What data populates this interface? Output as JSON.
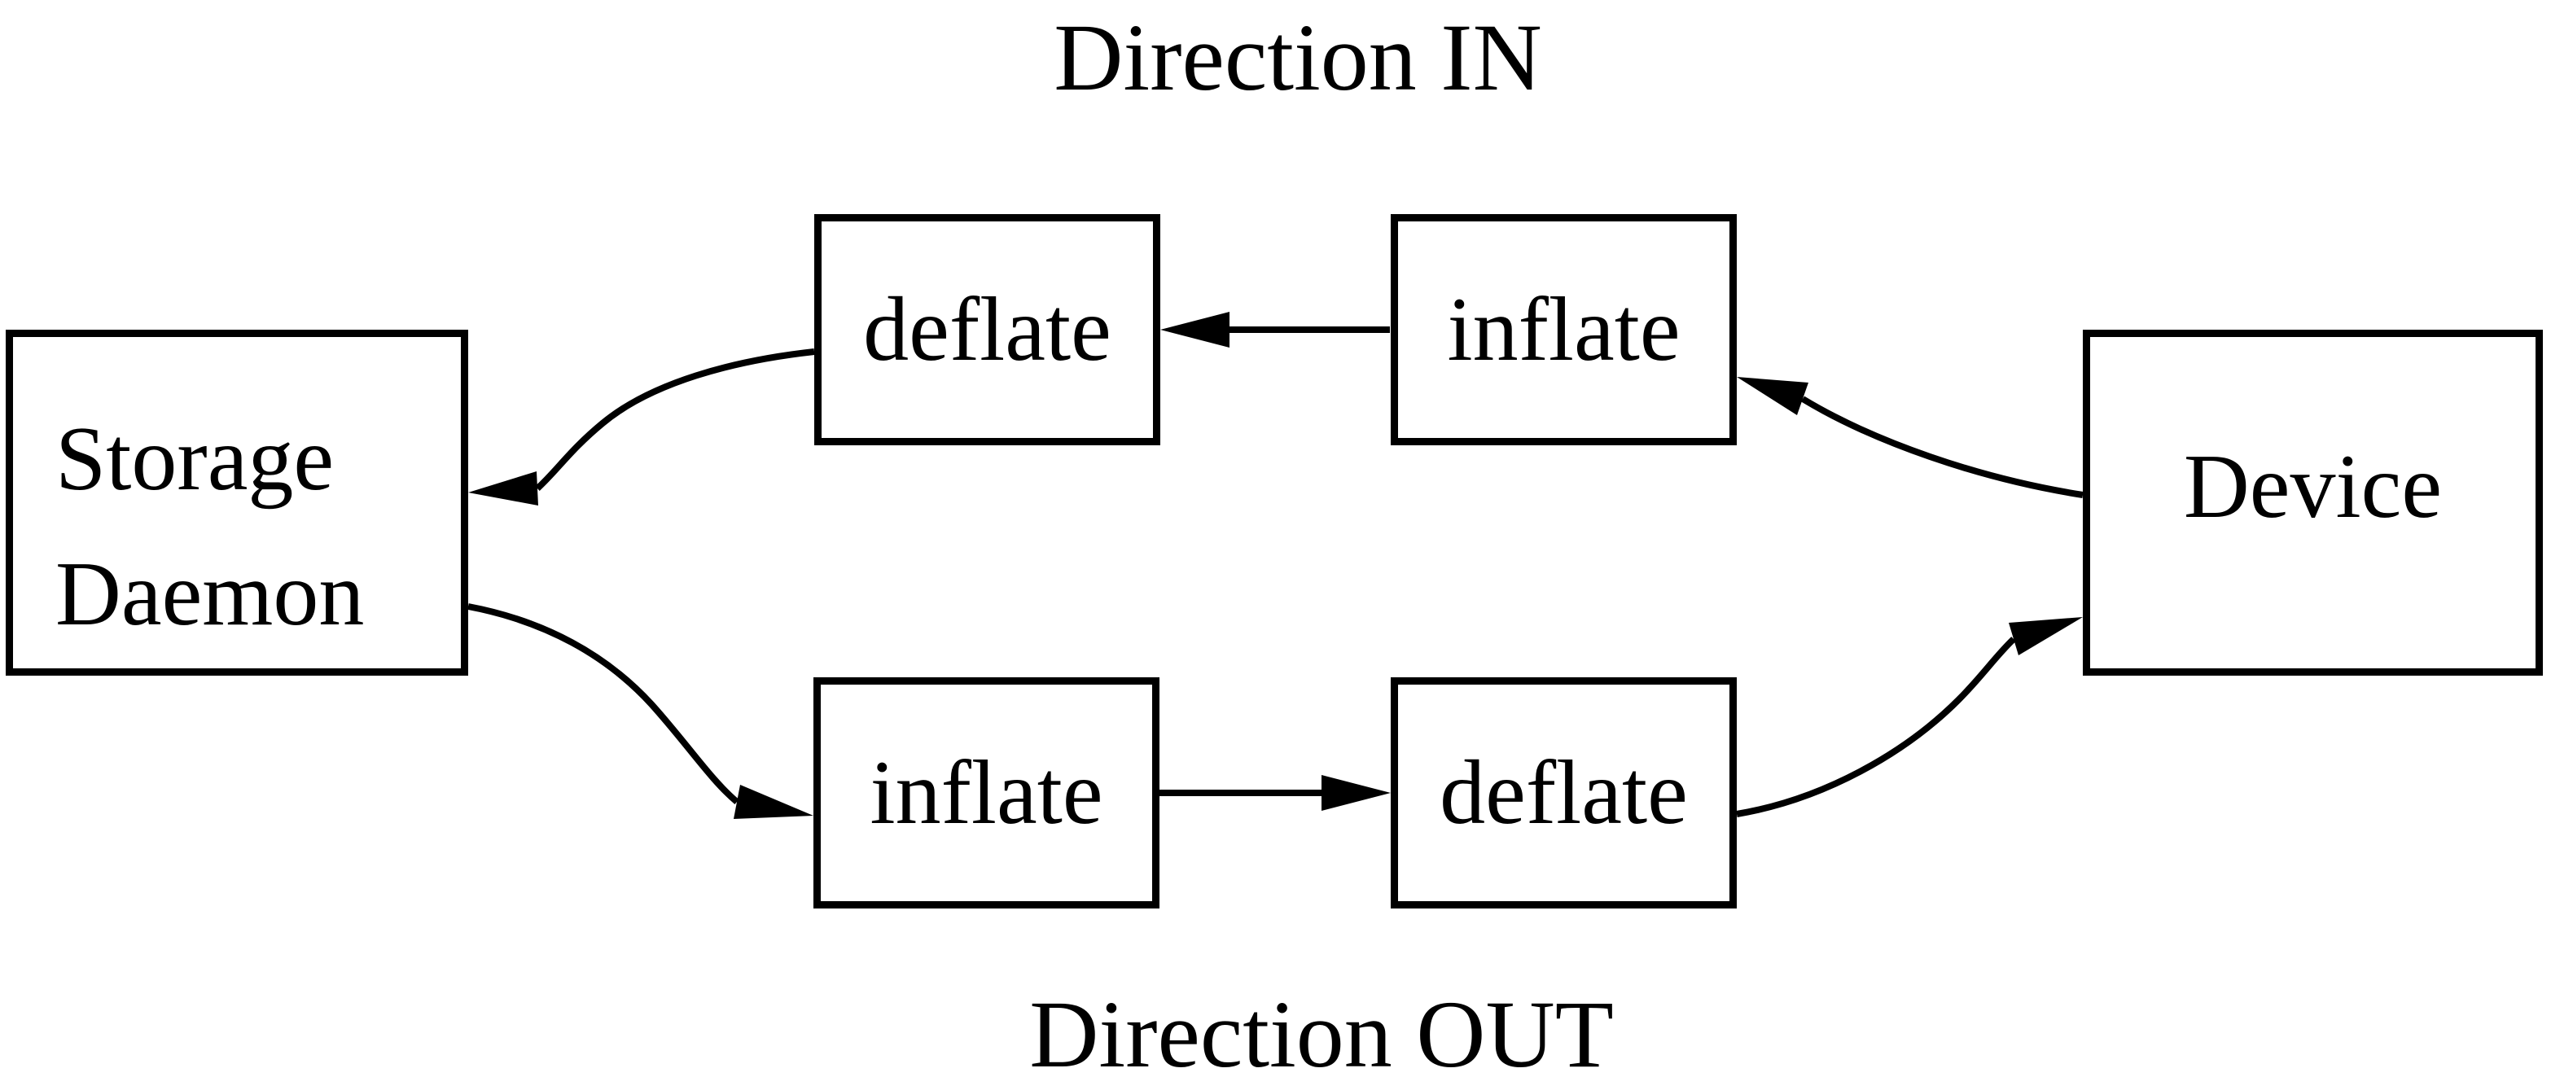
{
  "titles": {
    "direction_in": "Direction IN",
    "direction_out": "Direction OUT"
  },
  "nodes": {
    "storage_daemon": {
      "line1": "Storage",
      "line2": "Daemon"
    },
    "top_deflate": "deflate",
    "top_inflate": "inflate",
    "bottom_inflate": "inflate",
    "bottom_deflate": "deflate",
    "device": "Device"
  },
  "edges": [
    {
      "from": "Device",
      "to": "top inflate",
      "direction": "IN"
    },
    {
      "from": "top inflate",
      "to": "top deflate",
      "direction": "IN"
    },
    {
      "from": "top deflate",
      "to": "Storage Daemon",
      "direction": "IN"
    },
    {
      "from": "Storage Daemon",
      "to": "bottom inflate",
      "direction": "OUT"
    },
    {
      "from": "bottom inflate",
      "to": "bottom deflate",
      "direction": "OUT"
    },
    {
      "from": "bottom deflate",
      "to": "Device",
      "direction": "OUT"
    }
  ],
  "colors": {
    "line": "#000000",
    "background": "#ffffff",
    "text": "#000000"
  }
}
